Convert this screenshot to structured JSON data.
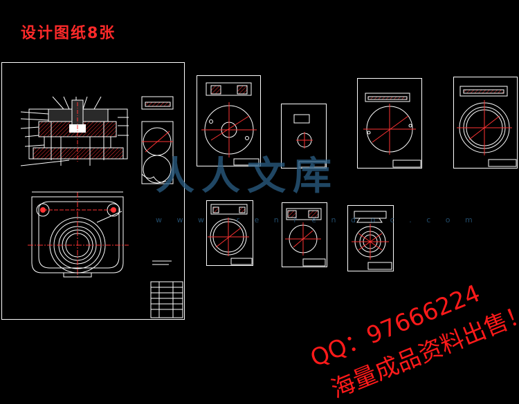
{
  "header": {
    "title": "设计图纸8张"
  },
  "watermark": {
    "logo_text": "人人文库",
    "url_text": "w w w . r e n r e n d o c . c o m"
  },
  "promo": {
    "qq_line": "QQ：97666224",
    "sale_line": "海量成品资料出售！"
  },
  "colors": {
    "background": "#000000",
    "linework": "#ffffff",
    "centerline": "#ff3333",
    "hatch": "#ff3333",
    "annotation": "#ff2a2a",
    "watermark": "#2b5f86"
  }
}
